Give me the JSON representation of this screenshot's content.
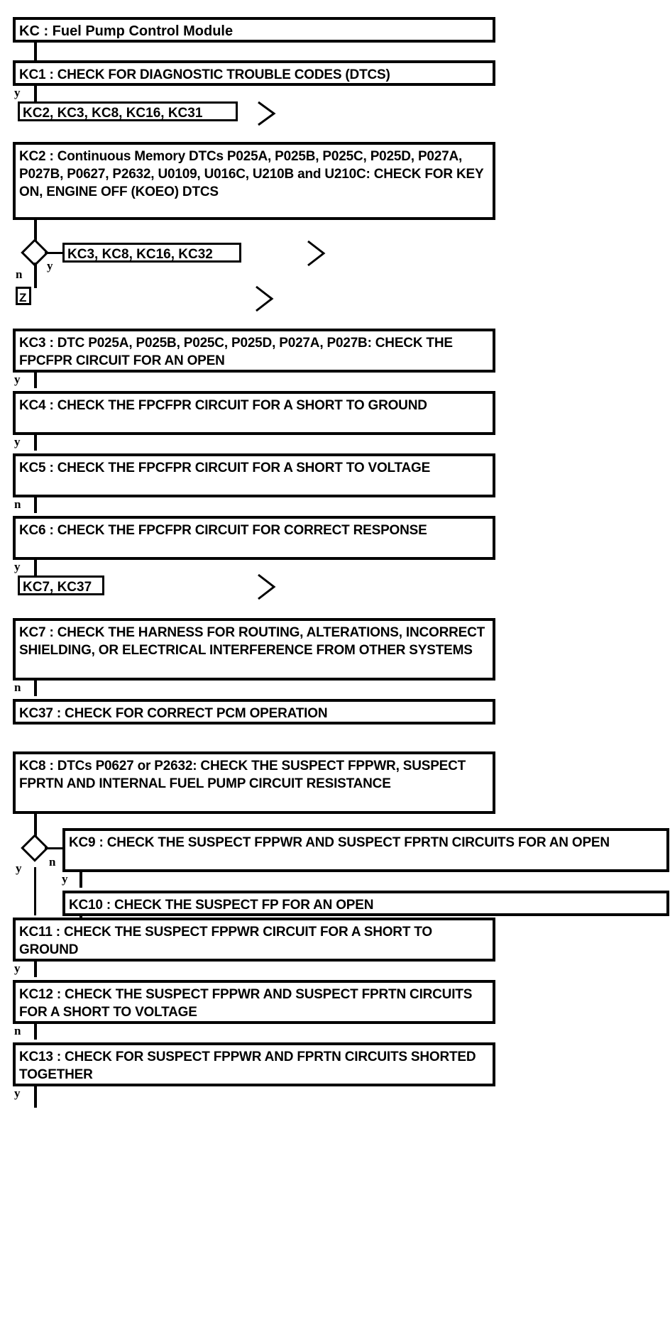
{
  "diagram": {
    "type": "diagnostic-flowchart",
    "title": "KC : Fuel Pump Control Module",
    "branch_labels": {
      "yes": "y",
      "no": "n"
    },
    "nodes": [
      {
        "id": "KC",
        "kind": "title",
        "text": "KC : Fuel Pump Control Module"
      },
      {
        "id": "KC1",
        "kind": "step",
        "text": "KC1 : CHECK FOR DIAGNOSTIC TROUBLE CODES (DTCS)"
      },
      {
        "id": "ref1",
        "kind": "reference",
        "text": "KC2, KC3, KC8, KC16, KC31"
      },
      {
        "id": "KC2",
        "kind": "step",
        "text": "KC2 : Continuous Memory DTCs P025A, P025B, P025C, P025D, P027A, P027B, P0627, P2632, U0109, U016C, U210B and U210C: CHECK FOR KEY ON, ENGINE OFF (KOEO) DTCS"
      },
      {
        "id": "ref2",
        "kind": "reference",
        "text": "KC3, KC8, KC16, KC32"
      },
      {
        "id": "refZ",
        "kind": "reference",
        "text": "Z"
      },
      {
        "id": "KC3",
        "kind": "step",
        "text": "KC3 : DTC P025A, P025B, P025C, P025D, P027A, P027B: CHECK THE FPCFPR CIRCUIT FOR AN OPEN"
      },
      {
        "id": "KC4",
        "kind": "step",
        "text": "KC4 : CHECK THE FPCFPR CIRCUIT FOR A SHORT TO GROUND"
      },
      {
        "id": "KC5",
        "kind": "step",
        "text": "KC5 : CHECK THE FPCFPR CIRCUIT FOR A SHORT TO VOLTAGE"
      },
      {
        "id": "KC6",
        "kind": "step",
        "text": "KC6 : CHECK THE FPCFPR CIRCUIT FOR CORRECT RESPONSE"
      },
      {
        "id": "ref3",
        "kind": "reference",
        "text": "KC7, KC37"
      },
      {
        "id": "KC7",
        "kind": "step",
        "text": "KC7 : CHECK THE HARNESS FOR ROUTING, ALTERATIONS, INCORRECT SHIELDING, OR ELECTRICAL INTERFERENCE FROM OTHER SYSTEMS"
      },
      {
        "id": "KC37",
        "kind": "step",
        "text": "KC37 : CHECK FOR CORRECT PCM OPERATION"
      },
      {
        "id": "KC8",
        "kind": "step",
        "text": "KC8 : DTCs P0627 or P2632: CHECK THE SUSPECT FPPWR, SUSPECT FPRTN AND INTERNAL FUEL PUMP CIRCUIT RESISTANCE"
      },
      {
        "id": "KC9",
        "kind": "step",
        "text": "KC9 : CHECK THE SUSPECT FPPWR AND SUSPECT FPRTN CIRCUITS FOR AN OPEN"
      },
      {
        "id": "KC10",
        "kind": "step",
        "text": "KC10 : CHECK THE SUSPECT FP FOR AN OPEN"
      },
      {
        "id": "KC11",
        "kind": "step",
        "text": "KC11 : CHECK THE SUSPECT FPPWR CIRCUIT FOR A SHORT TO GROUND"
      },
      {
        "id": "KC12",
        "kind": "step",
        "text": "KC12 : CHECK THE SUSPECT FPPWR AND SUSPECT FPRTN CIRCUITS FOR A SHORT TO VOLTAGE"
      },
      {
        "id": "KC13",
        "kind": "step",
        "text": "KC13 : CHECK FOR SUSPECT FPPWR AND FPRTN CIRCUITS SHORTED TOGETHER"
      }
    ],
    "edges": [
      {
        "from": "KC1",
        "to": "ref1",
        "label": "y"
      },
      {
        "from": "KC2",
        "to": "ref2",
        "label": "y"
      },
      {
        "from": "KC2",
        "to": "refZ",
        "label": "n"
      },
      {
        "from": "KC3",
        "to": "KC4",
        "label": "y"
      },
      {
        "from": "KC4",
        "to": "KC5",
        "label": "y"
      },
      {
        "from": "KC5",
        "to": "KC6",
        "label": "n"
      },
      {
        "from": "KC6",
        "to": "ref3",
        "label": "y"
      },
      {
        "from": "KC7",
        "to": "KC37",
        "label": "n"
      },
      {
        "from": "KC8",
        "to": "KC9",
        "label": "n"
      },
      {
        "from": "KC8",
        "to": "KC11",
        "label": "y"
      },
      {
        "from": "KC9",
        "to": "KC10",
        "label": "y"
      },
      {
        "from": "KC10",
        "to": "KC11",
        "label": "y"
      },
      {
        "from": "KC11",
        "to": "KC12",
        "label": "y"
      },
      {
        "from": "KC12",
        "to": "KC13",
        "label": "n"
      },
      {
        "from": "KC13",
        "to": "next",
        "label": "y"
      }
    ]
  },
  "colors": {
    "stroke": "#000000",
    "background": "#ffffff"
  }
}
